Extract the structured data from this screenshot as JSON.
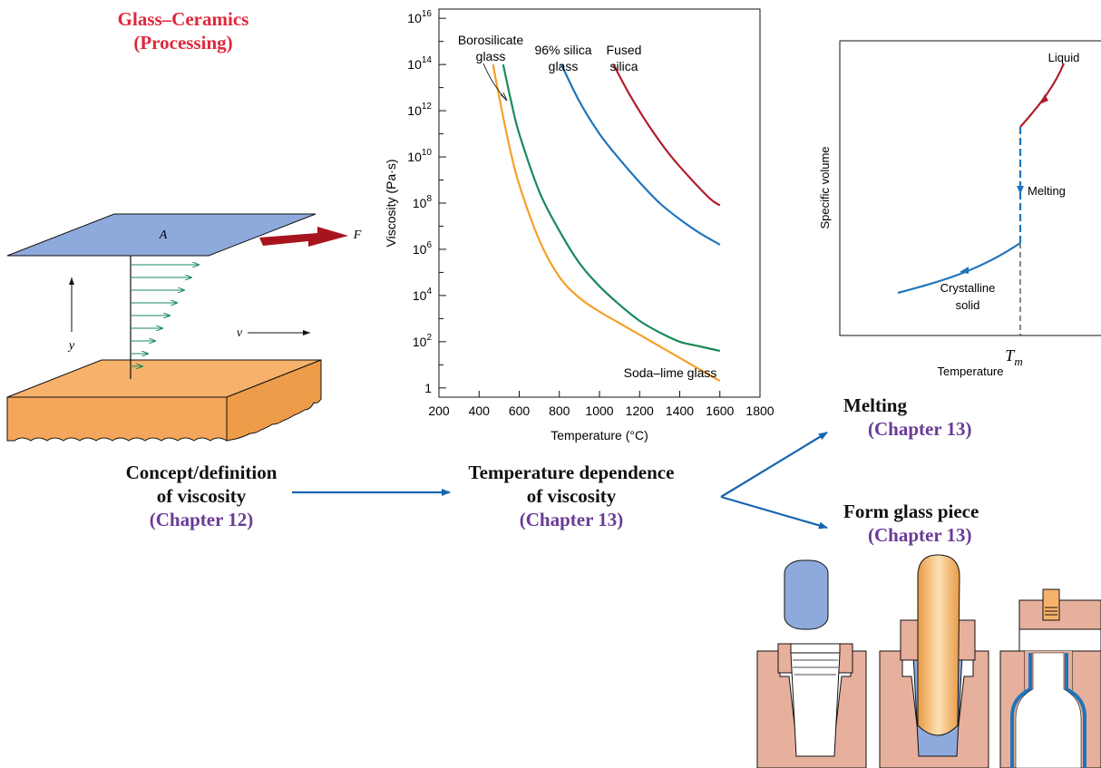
{
  "title": {
    "line1": "Glass–Ceramics",
    "line2": "(Processing)"
  },
  "nodes": {
    "viscosity_concept": {
      "line1": "Concept/definition",
      "line2": "of viscosity",
      "chapter": "(Chapter 12)"
    },
    "temp_dependence": {
      "line1": "Temperature dependence",
      "line2": "of viscosity",
      "chapter": "(Chapter 13)"
    },
    "melting": {
      "line1": "Melting",
      "chapter": "(Chapter 13)"
    },
    "form_glass": {
      "line1": "Form glass piece",
      "chapter": "(Chapter 13)"
    }
  },
  "viscosity_sketch": {
    "plate_label": "A",
    "force_label": "F",
    "y_label": "y",
    "v_label": "v"
  },
  "chart_data": [
    {
      "type": "line",
      "xlabel": "Temperature (°C)",
      "ylabel": "Viscosity (Pa·s)",
      "xlim": [
        200,
        1800
      ],
      "ylim_log10": [
        -0.4,
        16.4
      ],
      "xticks": [
        "200",
        "400",
        "600",
        "800",
        "1000",
        "1200",
        "1400",
        "1600",
        "1800"
      ],
      "yticks": [
        {
          "base": "1",
          "exp": ""
        },
        {
          "base": "10",
          "exp": "2"
        },
        {
          "base": "10",
          "exp": "4"
        },
        {
          "base": "10",
          "exp": "6"
        },
        {
          "base": "10",
          "exp": "8"
        },
        {
          "base": "10",
          "exp": "10"
        },
        {
          "base": "10",
          "exp": "12"
        },
        {
          "base": "10",
          "exp": "14"
        },
        {
          "base": "10",
          "exp": "16"
        }
      ],
      "series": [
        {
          "name": "Soda–lime glass",
          "color": "#f5a02a",
          "x": [
            470,
            500,
            550,
            600,
            700,
            800,
            900,
            1000,
            1100,
            1200,
            1300,
            1400,
            1500,
            1600
          ],
          "log10": [
            14.0,
            12.6,
            10.5,
            8.8,
            6.4,
            4.8,
            3.9,
            3.3,
            2.8,
            2.3,
            1.8,
            1.3,
            0.8,
            0.3
          ]
        },
        {
          "name": "Borosilicate glass",
          "color": "#1a8a5a",
          "x": [
            520,
            560,
            600,
            700,
            800,
            900,
            1000,
            1100,
            1200,
            1300,
            1400,
            1500,
            1600
          ],
          "log10": [
            14.0,
            12.4,
            11.0,
            8.5,
            6.8,
            5.4,
            4.4,
            3.6,
            2.9,
            2.4,
            2.0,
            1.8,
            1.6
          ]
        },
        {
          "name": "96% silica glass",
          "color": "#1f74bd",
          "x": [
            810,
            900,
            1000,
            1100,
            1200,
            1300,
            1400,
            1500,
            1600
          ],
          "log10": [
            14.0,
            12.4,
            11.0,
            9.9,
            8.9,
            8.0,
            7.3,
            6.7,
            6.2
          ]
        },
        {
          "name": "Fused silica",
          "color": "#b01e2a",
          "x": [
            1070,
            1150,
            1250,
            1350,
            1450,
            1550,
            1600
          ],
          "log10": [
            14.0,
            12.7,
            11.3,
            10.1,
            9.1,
            8.2,
            7.9
          ]
        }
      ],
      "labels": {
        "borosilicate_1": "Borosilicate",
        "borosilicate_2": "glass",
        "silica96_1": "96% silica",
        "silica96_2": "glass",
        "fused_1": "Fused",
        "fused_2": "silica",
        "sodalime": "Soda–lime glass"
      }
    },
    {
      "type": "line",
      "xlabel": "Temperature",
      "ylabel": "Specific volume",
      "x_marker": {
        "base": "T",
        "sub": "m"
      },
      "series": [
        {
          "name": "Liquid",
          "color": "#b01e2a"
        },
        {
          "name": "Melting",
          "color": "#1f74bd"
        },
        {
          "name": "Crystalline solid",
          "color": "#1f74bd"
        }
      ],
      "labels": {
        "liquid": "Liquid",
        "melting": "Melting",
        "solid_1": "Crystalline",
        "solid_2": "solid"
      }
    }
  ],
  "colors": {
    "arrow": "#1565b0",
    "title": "#e0283c",
    "chapter": "#6a3b96",
    "plate": "#8eaadc",
    "base": "#f6b26b",
    "mold": "#e7b09c"
  }
}
